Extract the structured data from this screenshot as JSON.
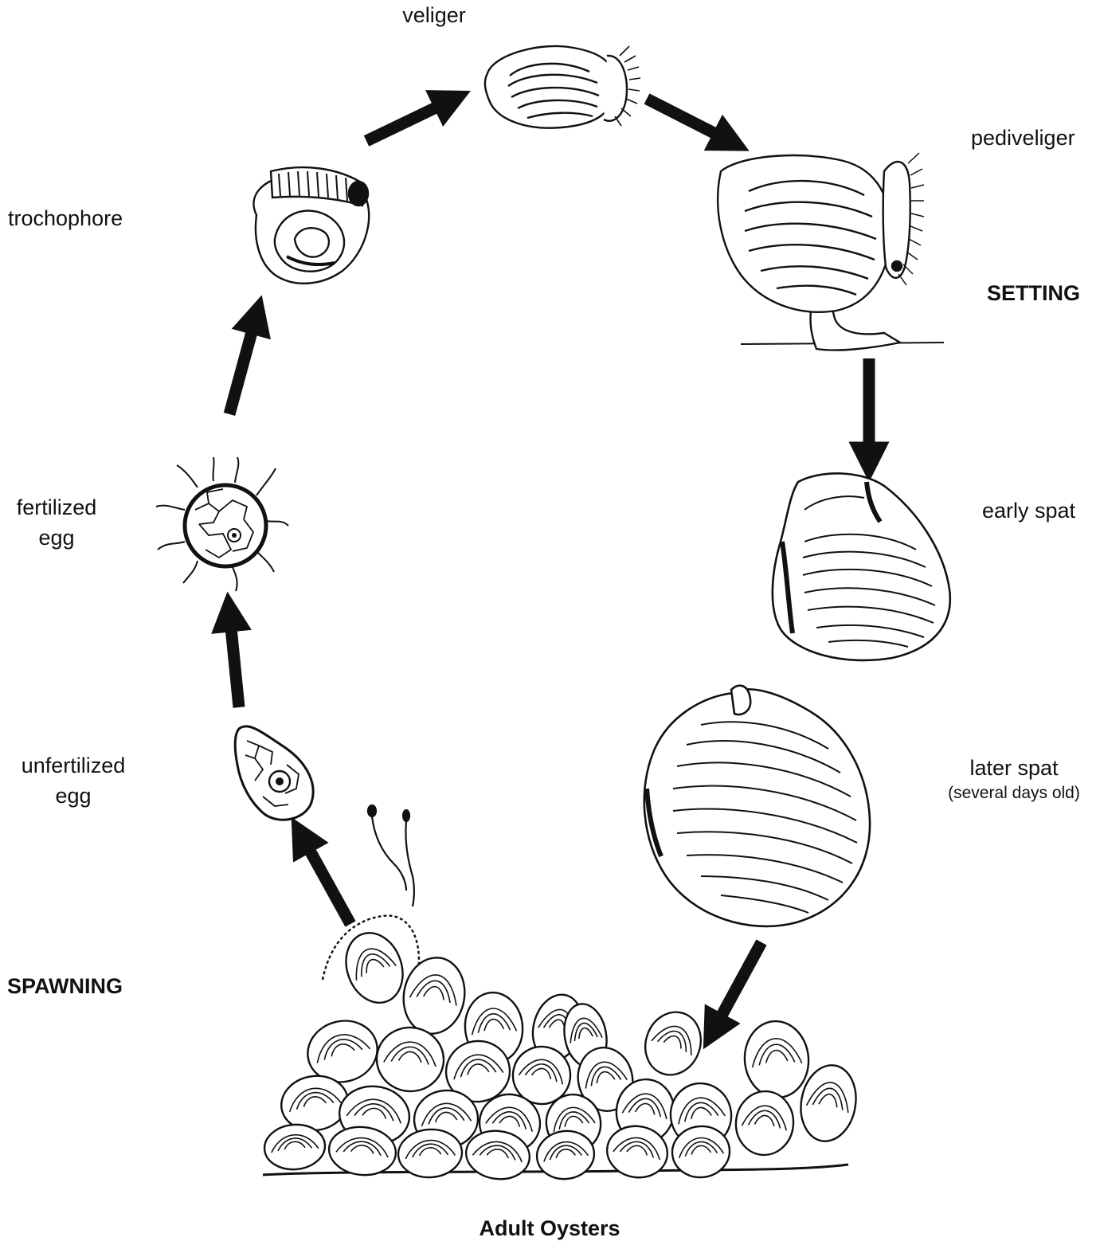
{
  "stages": {
    "veliger": "veliger",
    "pediveliger": "pediveliger",
    "trochophore": "trochophore",
    "setting": "SETTING",
    "fertilized_egg": {
      "line1": "fertilized",
      "line2": "egg"
    },
    "early_spat": "early spat",
    "unfertilized_egg": {
      "line1": "unfertilized",
      "line2": "egg"
    },
    "later_spat": {
      "line1": "later spat",
      "line2": "(several days old)"
    },
    "spawning": "SPAWNING",
    "adult_oysters": "Adult Oysters"
  },
  "colors": {
    "ink": "#111111",
    "background": "#ffffff"
  },
  "icons": [
    "veliger-larva-icon",
    "pediveliger-larva-icon",
    "trochophore-larva-icon",
    "fertilized-egg-icon",
    "unfertilized-egg-icon",
    "sperm-icon",
    "early-spat-icon",
    "later-spat-icon",
    "oyster-reef-icon",
    "cycle-arrow-icon"
  ]
}
